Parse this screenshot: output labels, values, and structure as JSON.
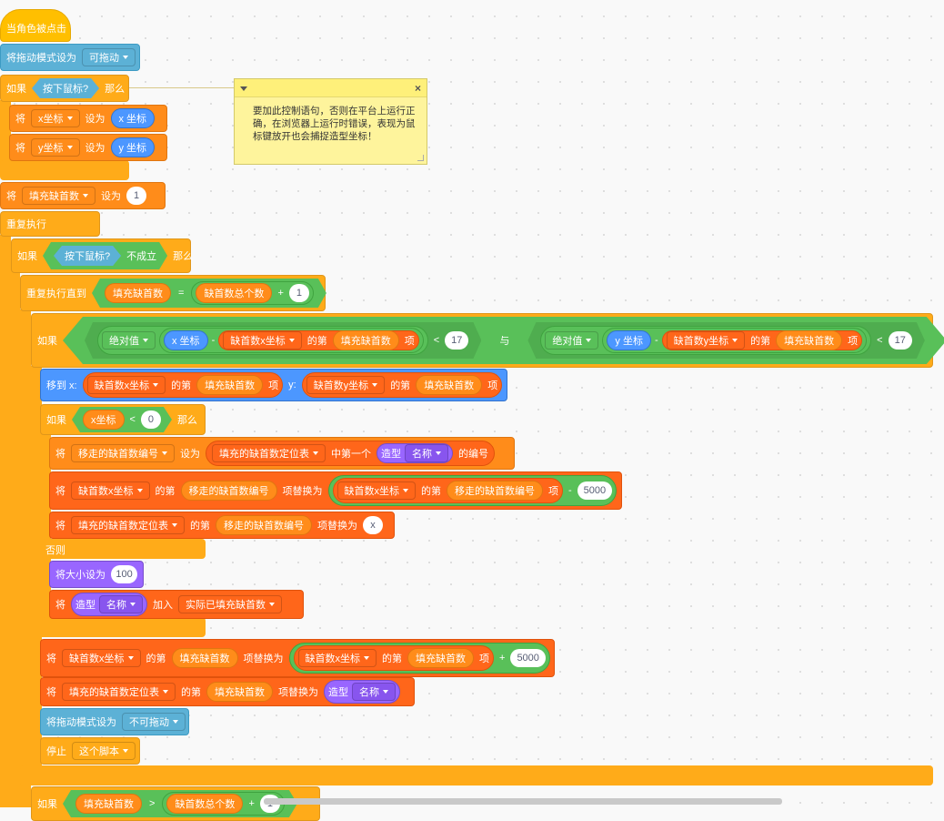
{
  "note": {
    "text": "要加此控制语句，否则在平台上运行正确，在浏览器上运行时错误，表现为鼠标键放开也会捕捉造型坐标！"
  },
  "hat": {
    "label": "当角色被点击"
  },
  "set_drag": {
    "label": "将拖动模式设为",
    "value": "可拖动"
  },
  "if1": {
    "if": "如果",
    "cond": "按下鼠标?",
    "then": "那么"
  },
  "set_x": {
    "label": "将",
    "var": "x坐标",
    "to": "设为",
    "value": "x 坐标"
  },
  "set_y": {
    "label": "将",
    "var": "y坐标",
    "to": "设为",
    "value": "y 坐标"
  },
  "set_fill": {
    "label": "将",
    "var": "填充缺首数",
    "to": "设为",
    "value": "1"
  },
  "forever": {
    "label": "重复执行"
  },
  "if2": {
    "if": "如果",
    "cond": "按下鼠标?",
    "not": "不成立",
    "then": "那么"
  },
  "repeat_until": {
    "label": "重复执行直到",
    "left": "填充缺首数",
    "eq": "=",
    "right": "缺首数总个数",
    "plus": "+",
    "n": "1"
  },
  "if3": {
    "if": "如果",
    "abs1": "绝对值",
    "xpos": "x 坐标",
    "minus1": "-",
    "list1": "缺首数x坐标",
    "of1": "的第",
    "idx1": "填充缺首数",
    "item1": "项",
    "lt1": "<",
    "n1": "17",
    "and": "与",
    "abs2": "绝对值",
    "ypos": "y 坐标",
    "minus2": "-",
    "list2": "缺首数y坐标",
    "of2": "的第",
    "idx2": "填充缺首数",
    "item2": "项",
    "lt2": "<",
    "n2": "17",
    "then": "那么"
  },
  "goto": {
    "label": "移到 x:",
    "listx": "缺首数x坐标",
    "of1": "的第",
    "idx1": "填充缺首数",
    "item1": "项",
    "ylabel": "y:",
    "listy": "缺首数y坐标",
    "of2": "的第",
    "idx2": "填充缺首数",
    "item2": "项"
  },
  "if4": {
    "if": "如果",
    "var": "x坐标",
    "lt": "<",
    "n": "0",
    "then": "那么"
  },
  "set_moved": {
    "label": "将",
    "var": "移走的缺首数编号",
    "to": "设为",
    "list": "填充的缺首数定位表",
    "mid": "中第一个",
    "costume": "造型",
    "costume_opt": "名称",
    "end": "的编号"
  },
  "replace1": {
    "label": "将",
    "list": "缺首数x坐标",
    "of": "的第",
    "idx": "移走的缺首数编号",
    "replace": "项替换为",
    "list2": "缺首数x坐标",
    "of2": "的第",
    "idx2": "移走的缺首数编号",
    "item2": "项",
    "minus": "-",
    "n": "5000"
  },
  "replace2": {
    "label": "将",
    "list": "填充的缺首数定位表",
    "of": "的第",
    "idx": "移走的缺首数编号",
    "replace": "项替换为",
    "value": "x"
  },
  "else": {
    "label": "否则"
  },
  "set_size": {
    "label": "将大小设为",
    "value": "100"
  },
  "add_item": {
    "label": "将",
    "costume": "造型",
    "costume_opt": "名称",
    "add": "加入",
    "list": "实际已填充缺首数"
  },
  "replace3": {
    "label": "将",
    "list": "缺首数x坐标",
    "of": "的第",
    "idx": "填充缺首数",
    "replace": "项替换为",
    "list2": "缺首数x坐标",
    "of2": "的第",
    "idx2": "填充缺首数",
    "item2": "项",
    "plus": "+",
    "n": "5000"
  },
  "replace4": {
    "label": "将",
    "list": "填充的缺首数定位表",
    "of": "的第",
    "idx": "填充缺首数",
    "replace": "项替换为",
    "costume": "造型",
    "costume_opt": "名称"
  },
  "set_drag2": {
    "label": "将拖动模式设为",
    "value": "不可拖动"
  },
  "stop": {
    "label": "停止",
    "value": "这个脚本"
  },
  "if5": {
    "if": "如果",
    "left": "填充缺首数",
    "op": ">",
    "right": "缺首数总个数",
    "plus": "+",
    "n": "1"
  },
  "colors": {
    "events": "#ffbf00",
    "control": "#ffab19",
    "sensing": "#5cb1d6",
    "variables": "#ff8c1a",
    "lists": "#ff661a",
    "operators": "#59c059",
    "motion": "#4c97ff",
    "looks": "#9966ff"
  }
}
